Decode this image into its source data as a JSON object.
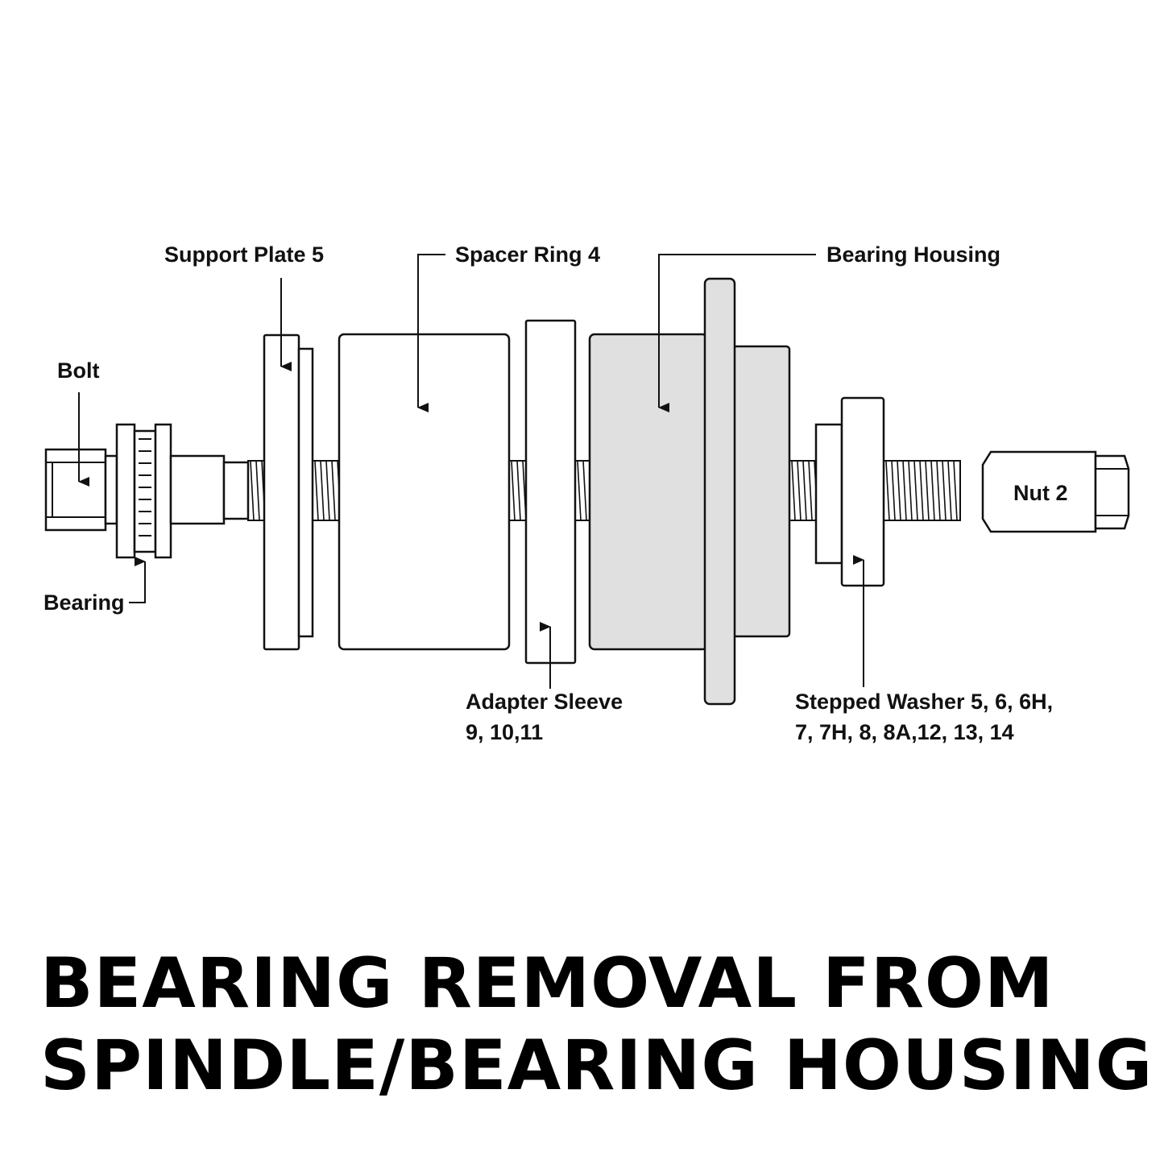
{
  "title": {
    "line1": "BEARING REMOVAL FROM",
    "line2": "SPINDLE/BEARING HOUSING"
  },
  "labels": {
    "bolt": "Bolt",
    "bearing": "Bearing",
    "support_plate": "Support Plate 5",
    "spacer_ring": "Spacer Ring 4",
    "bearing_housing": "Bearing Housing",
    "adapter_sleeve_line1": "Adapter Sleeve",
    "adapter_sleeve_line2": "9, 10,11",
    "stepped_washer_line1": "Stepped Washer 5, 6, 6H,",
    "stepped_washer_line2": "7, 7H, 8, 8A,12, 13, 14",
    "nut": "Nut 2"
  },
  "colors": {
    "line": "#111111",
    "housing_fill": "#e0e0e0",
    "background": "#ffffff"
  }
}
